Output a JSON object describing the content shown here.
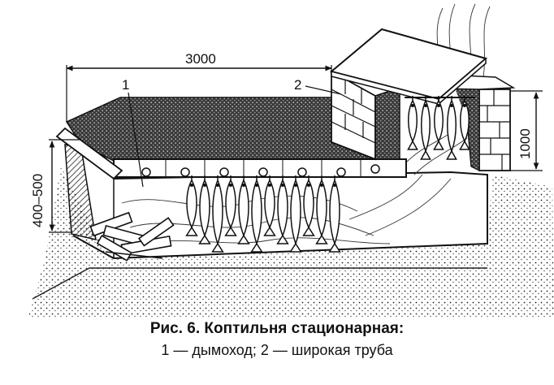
{
  "figure": {
    "dimensions": {
      "length": "3000",
      "depth": "400–500",
      "chimney_height": "1000"
    },
    "labels": {
      "one": "1",
      "two": "2"
    }
  },
  "caption": {
    "title": "Рис. 6. Коптильня стационарная:",
    "legend": "1 — дымоход; 2 — широкая труба"
  }
}
